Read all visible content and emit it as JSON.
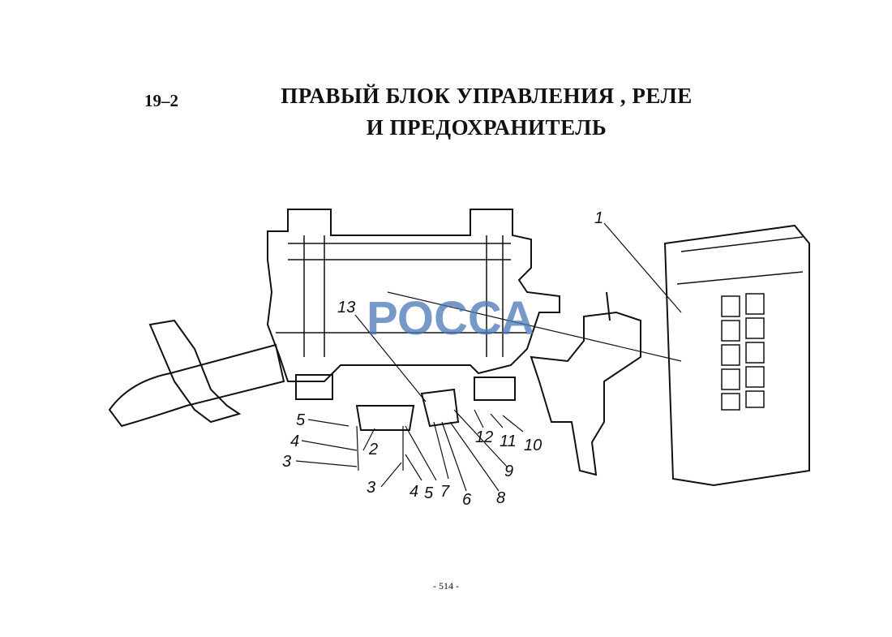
{
  "section_number": "19–2",
  "title_line1": "ПРАВЫЙ  БЛОК  УПРАВЛЕНИЯ , РЕЛЕ",
  "title_line2": "И  ПРЕДОХРАНИТЕЛЬ",
  "watermark": "РОССА",
  "page_number": "- 514 -",
  "callouts": [
    "1",
    "2",
    "3",
    "3",
    "4",
    "4",
    "5",
    "5",
    "6",
    "7",
    "8",
    "9",
    "10",
    "11",
    "12",
    "13"
  ]
}
